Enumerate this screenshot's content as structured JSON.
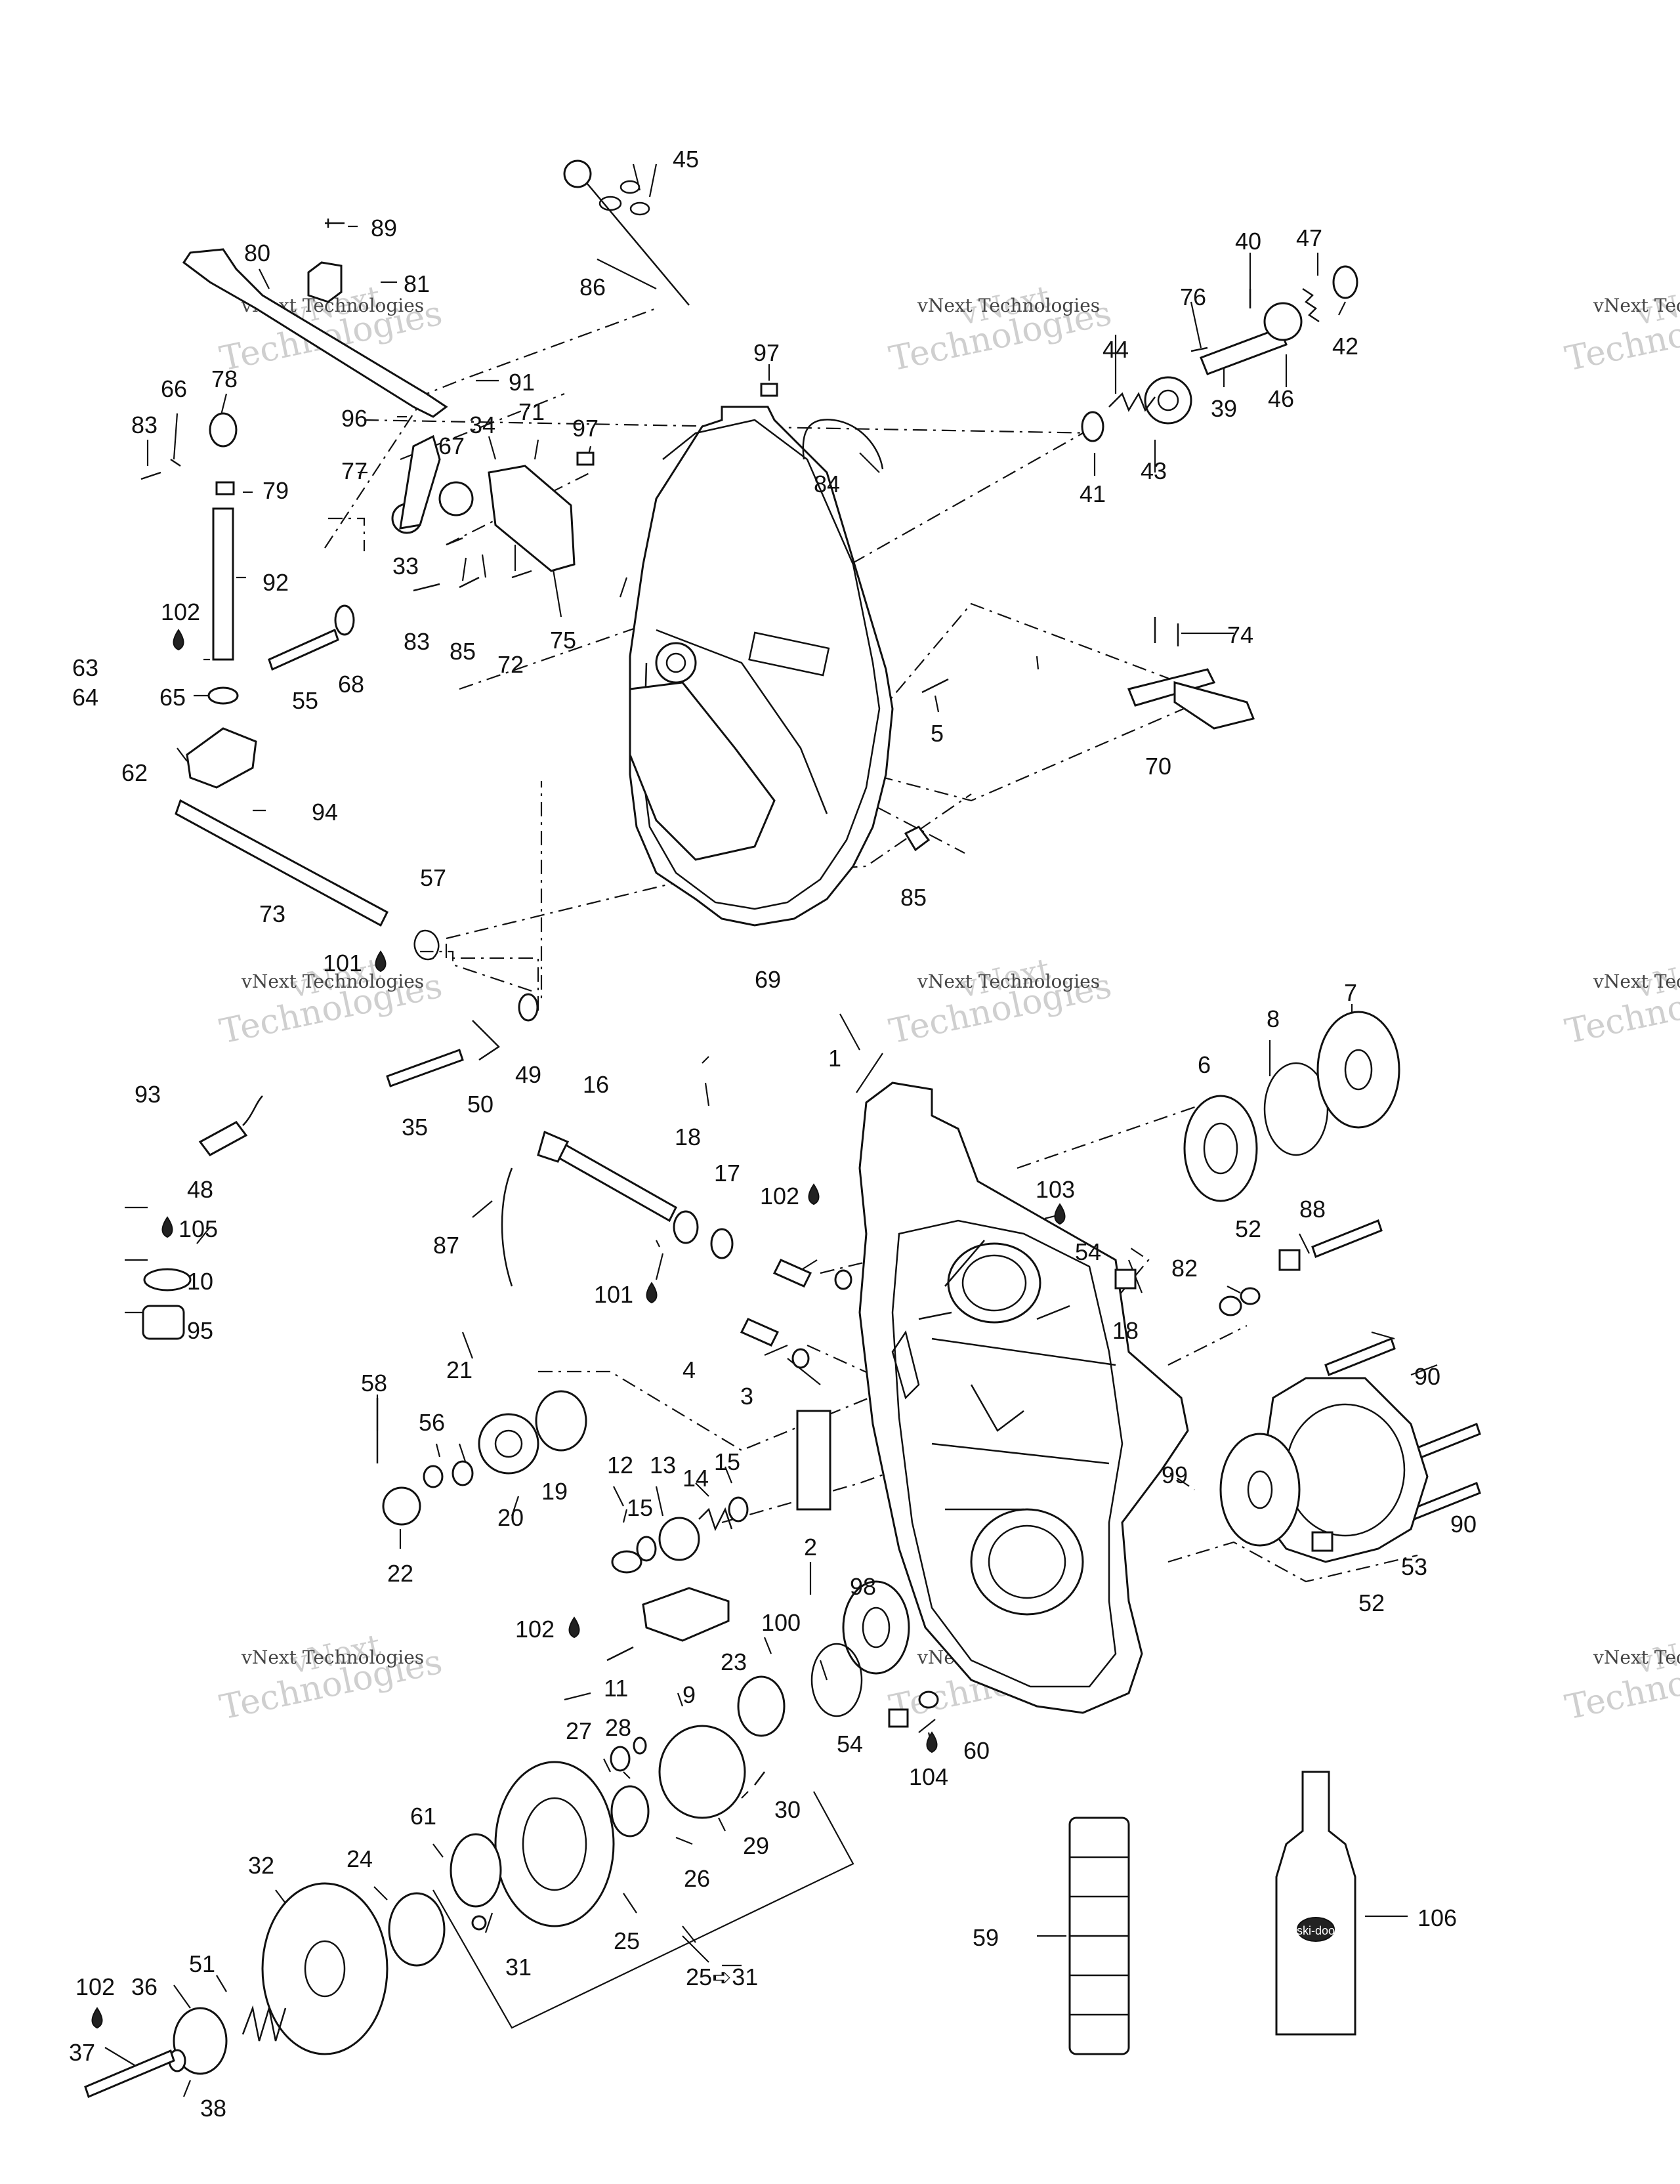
{
  "watermark": {
    "line1": "vNext",
    "line2": "Technologies",
    "caption": "vNext Technologies"
  },
  "callouts": [
    {
      "id": "45",
      "text": "45"
    },
    {
      "id": "89",
      "text": "89"
    },
    {
      "id": "80",
      "text": "80"
    },
    {
      "id": "81",
      "text": "81"
    },
    {
      "id": "86",
      "text": "86"
    },
    {
      "id": "40",
      "text": "40"
    },
    {
      "id": "47",
      "text": "47"
    },
    {
      "id": "42",
      "text": "42"
    },
    {
      "id": "76",
      "text": "76"
    },
    {
      "id": "46",
      "text": "46"
    },
    {
      "id": "39",
      "text": "39"
    },
    {
      "id": "44",
      "text": "44"
    },
    {
      "id": "97a",
      "text": "97"
    },
    {
      "id": "84",
      "text": "84"
    },
    {
      "id": "41",
      "text": "41"
    },
    {
      "id": "43",
      "text": "43"
    },
    {
      "id": "78",
      "text": "78"
    },
    {
      "id": "66",
      "text": "66"
    },
    {
      "id": "91",
      "text": "91"
    },
    {
      "id": "83a",
      "text": "83"
    },
    {
      "id": "96",
      "text": "96"
    },
    {
      "id": "34",
      "text": "34"
    },
    {
      "id": "71",
      "text": "71"
    },
    {
      "id": "97b",
      "text": "97"
    },
    {
      "id": "67",
      "text": "67"
    },
    {
      "id": "77",
      "text": "77"
    },
    {
      "id": "79",
      "text": "79"
    },
    {
      "id": "33",
      "text": "33"
    },
    {
      "id": "92",
      "text": "92"
    },
    {
      "id": "83b",
      "text": "83"
    },
    {
      "id": "85a",
      "text": "85"
    },
    {
      "id": "72",
      "text": "72"
    },
    {
      "id": "75",
      "text": "75"
    },
    {
      "id": "102a",
      "text": "102"
    },
    {
      "id": "74",
      "text": "74"
    },
    {
      "id": "63",
      "text": "63"
    },
    {
      "id": "55",
      "text": "55"
    },
    {
      "id": "68",
      "text": "68"
    },
    {
      "id": "64",
      "text": "64"
    },
    {
      "id": "65",
      "text": "65"
    },
    {
      "id": "5",
      "text": "5"
    },
    {
      "id": "70",
      "text": "70"
    },
    {
      "id": "62",
      "text": "62"
    },
    {
      "id": "94",
      "text": "94"
    },
    {
      "id": "85b",
      "text": "85"
    },
    {
      "id": "57",
      "text": "57"
    },
    {
      "id": "73",
      "text": "73"
    },
    {
      "id": "101a",
      "text": "101"
    },
    {
      "id": "69",
      "text": "69"
    },
    {
      "id": "7",
      "text": "7"
    },
    {
      "id": "8",
      "text": "8"
    },
    {
      "id": "6",
      "text": "6"
    },
    {
      "id": "1",
      "text": "1"
    },
    {
      "id": "35",
      "text": "35"
    },
    {
      "id": "50",
      "text": "50"
    },
    {
      "id": "49",
      "text": "49"
    },
    {
      "id": "93",
      "text": "93"
    },
    {
      "id": "16",
      "text": "16"
    },
    {
      "id": "48",
      "text": "48"
    },
    {
      "id": "18a",
      "text": "18"
    },
    {
      "id": "17",
      "text": "17"
    },
    {
      "id": "102b",
      "text": "102"
    },
    {
      "id": "103",
      "text": "103"
    },
    {
      "id": "88",
      "text": "88"
    },
    {
      "id": "105",
      "text": "105"
    },
    {
      "id": "87",
      "text": "87"
    },
    {
      "id": "52a",
      "text": "52"
    },
    {
      "id": "54a",
      "text": "54"
    },
    {
      "id": "10",
      "text": "10"
    },
    {
      "id": "101b",
      "text": "101"
    },
    {
      "id": "82",
      "text": "82"
    },
    {
      "id": "18b",
      "text": "18"
    },
    {
      "id": "95",
      "text": "95"
    },
    {
      "id": "4",
      "text": "4"
    },
    {
      "id": "3",
      "text": "3"
    },
    {
      "id": "90a",
      "text": "90"
    },
    {
      "id": "58",
      "text": "58"
    },
    {
      "id": "21",
      "text": "21"
    },
    {
      "id": "56",
      "text": "56"
    },
    {
      "id": "19",
      "text": "19"
    },
    {
      "id": "20",
      "text": "20"
    },
    {
      "id": "12",
      "text": "12"
    },
    {
      "id": "13",
      "text": "13"
    },
    {
      "id": "15a",
      "text": "15"
    },
    {
      "id": "14",
      "text": "14"
    },
    {
      "id": "15b",
      "text": "15"
    },
    {
      "id": "2",
      "text": "2"
    },
    {
      "id": "99",
      "text": "99"
    },
    {
      "id": "90b",
      "text": "90"
    },
    {
      "id": "22",
      "text": "22"
    },
    {
      "id": "53",
      "text": "53"
    },
    {
      "id": "52b",
      "text": "52"
    },
    {
      "id": "98",
      "text": "98"
    },
    {
      "id": "102c",
      "text": "102"
    },
    {
      "id": "100",
      "text": "100"
    },
    {
      "id": "11",
      "text": "11"
    },
    {
      "id": "9",
      "text": "9"
    },
    {
      "id": "23",
      "text": "23"
    },
    {
      "id": "54b",
      "text": "54"
    },
    {
      "id": "60",
      "text": "60"
    },
    {
      "id": "104",
      "text": "104"
    },
    {
      "id": "27",
      "text": "27"
    },
    {
      "id": "28",
      "text": "28"
    },
    {
      "id": "30",
      "text": "30"
    },
    {
      "id": "29",
      "text": "29"
    },
    {
      "id": "61",
      "text": "61"
    },
    {
      "id": "26",
      "text": "26"
    },
    {
      "id": "32",
      "text": "32"
    },
    {
      "id": "24",
      "text": "24"
    },
    {
      "id": "25a",
      "text": "25"
    },
    {
      "id": "31",
      "text": "31"
    },
    {
      "id": "59",
      "text": "59"
    },
    {
      "id": "106",
      "text": "106"
    },
    {
      "id": "51",
      "text": "51"
    },
    {
      "id": "25to31",
      "text": "25➪31"
    },
    {
      "id": "102d",
      "text": "102"
    },
    {
      "id": "36",
      "text": "36"
    },
    {
      "id": "37",
      "text": "37"
    },
    {
      "id": "38",
      "text": "38"
    }
  ],
  "bottle_label": "ski-doo"
}
